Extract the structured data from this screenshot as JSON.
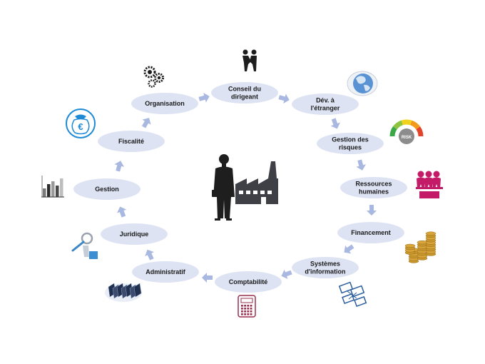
{
  "colors": {
    "bubble": "#dde3f3",
    "arrow": "#a9b8e0",
    "silhouette": "#1e1e1e",
    "factory": "#3f3f46",
    "euro_blue": "#1e8ad6",
    "people_magenta": "#c41b68",
    "calc_border": "#9a2e4e",
    "gold": "#c8962a"
  },
  "nodes": [
    {
      "id": "conseil",
      "lines": [
        "Conseil du",
        "dirigeant"
      ]
    },
    {
      "id": "dev",
      "lines": [
        "Dév. à",
        "l'étranger"
      ]
    },
    {
      "id": "risques",
      "lines": [
        "Gestion des",
        "risques"
      ]
    },
    {
      "id": "rh",
      "lines": [
        "Ressources",
        "humaines"
      ]
    },
    {
      "id": "financement",
      "lines": [
        "Financement"
      ]
    },
    {
      "id": "si",
      "lines": [
        "Systèmes",
        "d'information"
      ]
    },
    {
      "id": "comptabilite",
      "lines": [
        "Comptabilité"
      ]
    },
    {
      "id": "administratif",
      "lines": [
        "Administratif"
      ]
    },
    {
      "id": "juridique",
      "lines": [
        "Juridique"
      ]
    },
    {
      "id": "gestion",
      "lines": [
        "Gestion"
      ]
    },
    {
      "id": "fiscalite",
      "lines": [
        "Fiscalité"
      ]
    },
    {
      "id": "organisation",
      "lines": [
        "Organisation"
      ]
    }
  ],
  "icons": {
    "euro_symbol": "€",
    "risk_gauge_text": "RISK"
  }
}
